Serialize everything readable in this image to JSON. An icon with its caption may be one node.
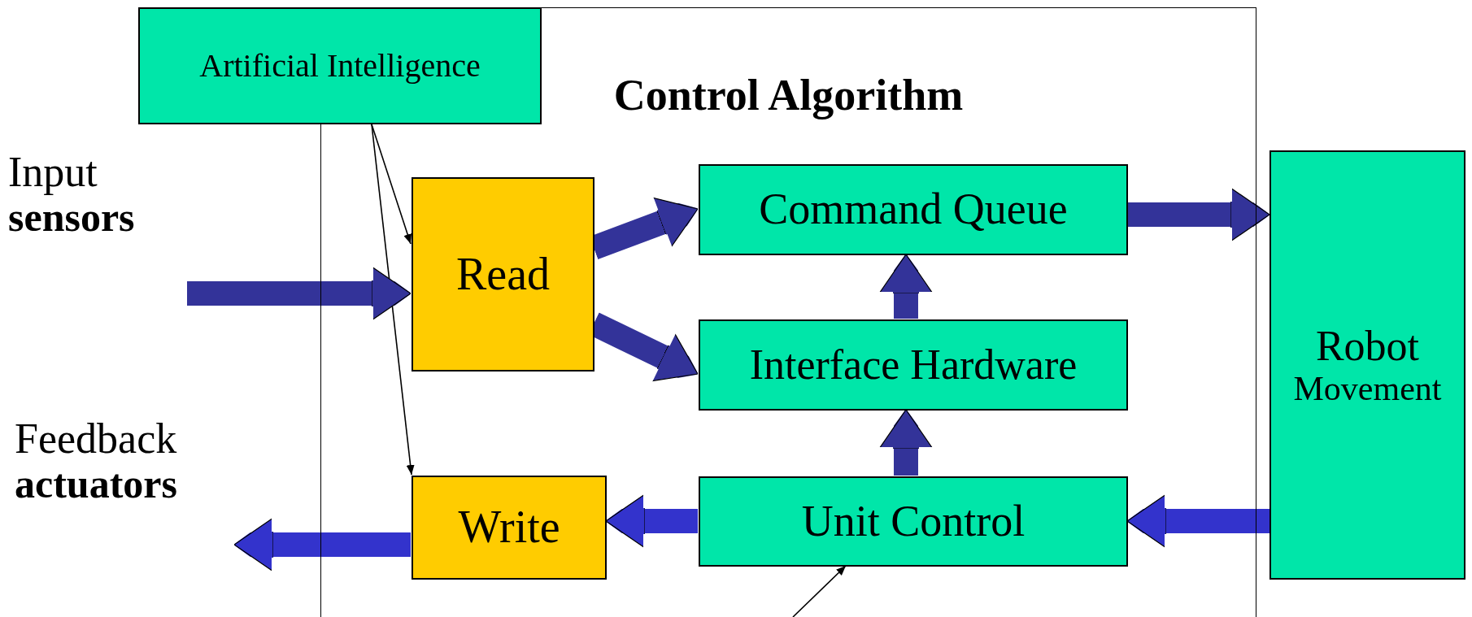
{
  "diagram": {
    "nodes": [
      {
        "text": [
          "Artificial Intelligence"
        ]
      },
      {
        "text": [
          "Control Algorithm"
        ]
      },
      {
        "text": [
          "Input",
          "sensors"
        ]
      },
      {
        "text": [
          "Read"
        ],
        "in": 1
      },
      {
        "text": [
          "Command Queue"
        ],
        "in": 1
      },
      {
        "text": [
          "Interface Hardware"
        ],
        "in": 1
      },
      {
        "text": [
          "Robot",
          "Movement"
        ]
      },
      {
        "text": [
          "Feedback",
          "actuators"
        ]
      },
      {
        "text": [
          "Write"
        ],
        "in": 1
      },
      {
        "text": [
          "Unit Control"
        ],
        "in": 1
      }
    ],
    "edges": [
      {
        "from": 0,
        "to": 3,
        "arrow": "to",
        "color": "#000000"
      },
      {
        "from": 0,
        "to": 8,
        "arrow": "to",
        "color": "#000000"
      },
      {
        "from": 2,
        "to": 3,
        "arrow": "to"
      },
      {
        "from": 3,
        "to": 4,
        "arrow": "to"
      },
      {
        "from": 3,
        "to": 5,
        "arrow": "to"
      },
      {
        "from": 5,
        "to": 4,
        "arrow": "to"
      },
      {
        "from": 9,
        "to": 5,
        "arrow": "to"
      },
      {
        "from": 4,
        "to": 6,
        "arrow": "to"
      },
      {
        "from": 6,
        "to": 9,
        "arrow": "to",
        "color": "#3333cc"
      },
      {
        "from": 9,
        "to": 8,
        "arrow": "to",
        "color": "#3333cc"
      },
      {
        "from": 8,
        "to": 7,
        "arrow": "to",
        "color": "#3333cc"
      },
      {
        "from": null,
        "to": 9,
        "arrow": "to",
        "color": "#000000"
      }
    ]
  }
}
